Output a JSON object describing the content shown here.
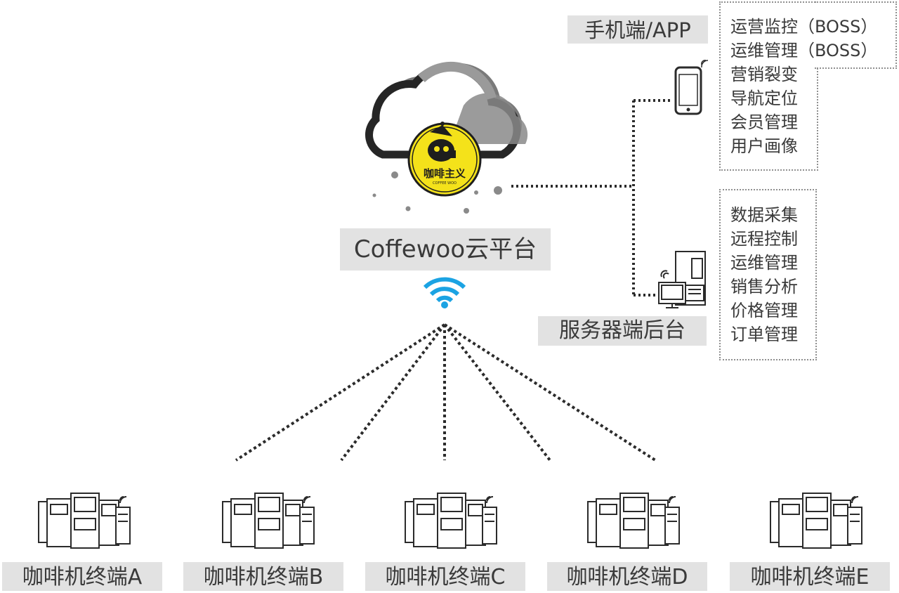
{
  "platform": {
    "label": "Coffewoo云平台",
    "logo_text": "咖啡主义",
    "logo_subtext": "COFFEE WOO"
  },
  "mobile": {
    "label": "手机端/APP",
    "features": [
      "运营监控（BOSS）",
      "运维管理（BOSS）",
      "营销裂变",
      "导航定位",
      "会员管理",
      "用户画像"
    ]
  },
  "server": {
    "label": "服务器端后台",
    "features": [
      "数据采集",
      "远程控制",
      "运维管理",
      "销售分析",
      "价格管理",
      "订单管理"
    ]
  },
  "terminals": [
    {
      "label": "咖啡机终端A"
    },
    {
      "label": "咖啡机终端B"
    },
    {
      "label": "咖啡机终端C"
    },
    {
      "label": "咖啡机终端D"
    },
    {
      "label": "咖啡机终端E"
    }
  ],
  "colors": {
    "wifi": "#1ba3e3",
    "logo_yellow": "#f4e21a",
    "cloud_dark": "#262626",
    "cloud_gray": "#7a7a7a",
    "connector": "#2b2b2b",
    "label_bg": "#e2e2e2"
  },
  "icons": [
    "cloud-icon",
    "wifi-icon",
    "smartphone-icon",
    "server-icon",
    "coffee-machine-icon"
  ]
}
